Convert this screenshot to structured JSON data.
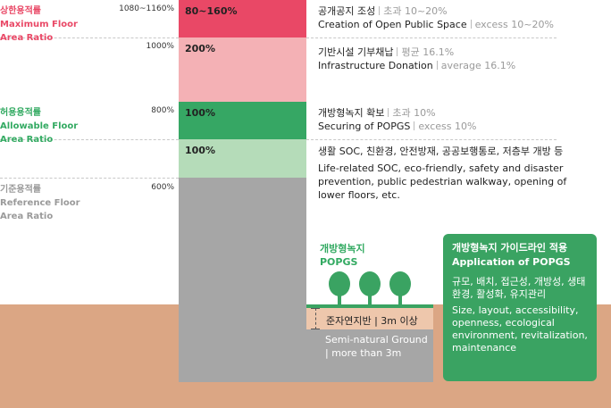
{
  "left_labels": {
    "max": {
      "ko": "상한용적률",
      "en": "Maximum Floor Area Ratio"
    },
    "allowable": {
      "ko": "허용용적률",
      "en": "Allowable Floor Area Ratio"
    },
    "reference": {
      "ko": "기준용적률",
      "en": "Reference Floor Area Ratio"
    }
  },
  "ratio_labels": {
    "r1": "1080~1160%",
    "r2": "1000%",
    "r3": "800%",
    "r4": "600%"
  },
  "segments": [
    {
      "label": "80~160%",
      "color": "#e94866"
    },
    {
      "label": "200%",
      "color": "#f4b1b5"
    },
    {
      "label": "100%",
      "color": "#36a764"
    },
    {
      "label": "100%",
      "color": "#b5dcb9"
    }
  ],
  "descriptions": {
    "d1": {
      "ko": "공개공지 조성",
      "ko_note": "초과 10~20%",
      "en": "Creation of Open Public Space",
      "en_note": "excess 10~20%"
    },
    "d2": {
      "ko": "기반시설 기부채납",
      "ko_note": "평균 16.1%",
      "en": "Infrastructure Donation",
      "en_note": "average 16.1%"
    },
    "d3": {
      "ko": "개방형녹지 확보",
      "ko_note": "초과 10%",
      "en": "Securing of POPGS",
      "en_note": "excess 10%"
    },
    "d4": {
      "ko": "생활 SOC, 친환경, 안전방재, 공공보행통로, 저층부 개방 등",
      "en": "Life-related SOC, eco-friendly, safety and disaster prevention, public pedestrian walkway, opening of lower floors, etc."
    }
  },
  "popgs": {
    "ko": "개방형녹지",
    "en": "POPGS"
  },
  "ground_labels": {
    "seminatural_ko": "준자연지반 | 3m 이상",
    "seminatural_en": "Semi-natural Ground | more than 3m"
  },
  "guideline_box": {
    "title_ko": "개방형녹지 가이드라인 적용",
    "title_en": "Application of POPGS",
    "body_ko": "규모, 배치, 접근성, 개방성, 생태환경, 활성화, 유지관리",
    "body_en": "Size, layout, accessibility, openness, ecological environment, revitalization, maintenance"
  },
  "colors": {
    "red": "#e94866",
    "pink": "#f4b1b5",
    "green": "#36a764",
    "light_green": "#b5dcb9",
    "gray": "#a6a6a6",
    "ground": "#dba684",
    "tree": "#3aa362"
  }
}
